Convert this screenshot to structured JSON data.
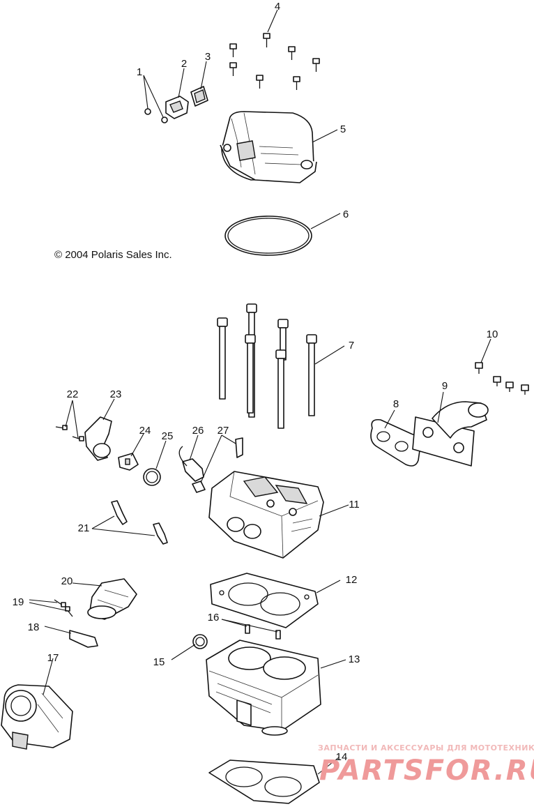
{
  "diagram": {
    "copyright": "© 2004 Polaris Sales Inc.",
    "callouts": [
      "1",
      "2",
      "3",
      "4",
      "5",
      "6",
      "7",
      "8",
      "9",
      "10",
      "11",
      "12",
      "13",
      "14",
      "15",
      "16",
      "17",
      "18",
      "19",
      "20",
      "21",
      "22",
      "23",
      "24",
      "25",
      "26",
      "27"
    ]
  },
  "watermark": {
    "tagline": "ЗАПЧАСТИ И АКСЕССУАРЫ ДЛЯ МОТОТЕХНИКИ",
    "brand": "PARTSFOR.RU",
    "color": "#ef9a9a"
  }
}
